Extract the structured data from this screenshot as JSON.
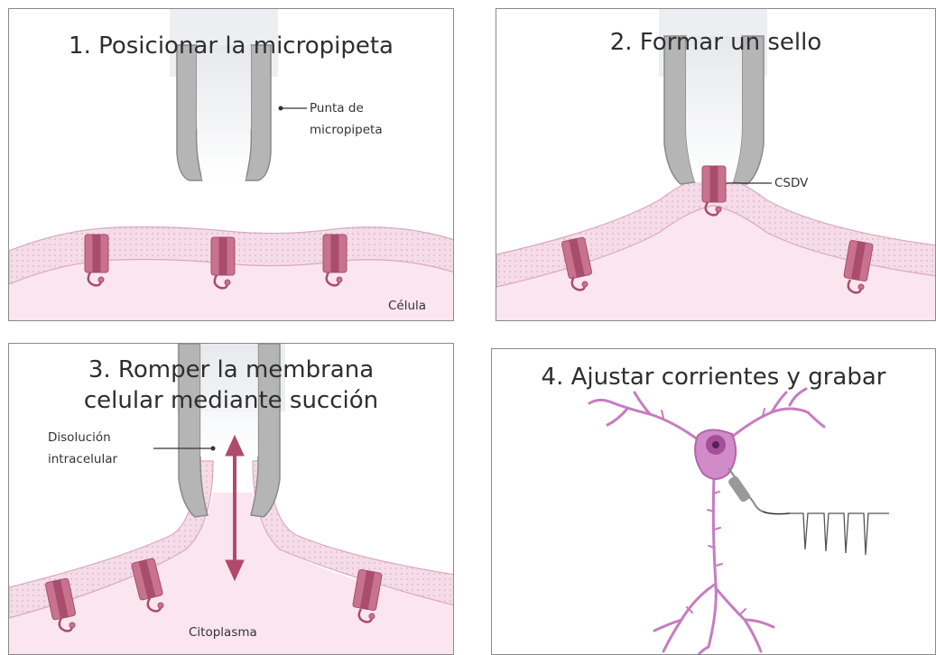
{
  "panels": [
    {
      "title": "1. Posicionar la micropipeta",
      "labels": {
        "tip_line1": "Punta de",
        "tip_line2": "micropipeta",
        "cell": "Célula"
      }
    },
    {
      "title": "2. Formar un sello",
      "labels": {
        "channel": "CSDV"
      }
    },
    {
      "title_line1": "3. Romper la membrana",
      "title_line2": "celular mediante succión",
      "labels": {
        "solution_line1": "Disolución",
        "solution_line2": "intracelular",
        "cytoplasm": "Citoplasma"
      }
    },
    {
      "title": "4. Ajustar corrientes y grabar"
    }
  ],
  "colors": {
    "cytoplasm": "#fbe5ef",
    "membrane": "#f3d6e4",
    "channel": "#c8738d",
    "channel_dark": "#a84d6d",
    "pipette_glass": "#b9b9b9",
    "pipette_wall": "#8e8e8e",
    "neuron": "#c77cc0",
    "arrow": "#b04a6d"
  }
}
